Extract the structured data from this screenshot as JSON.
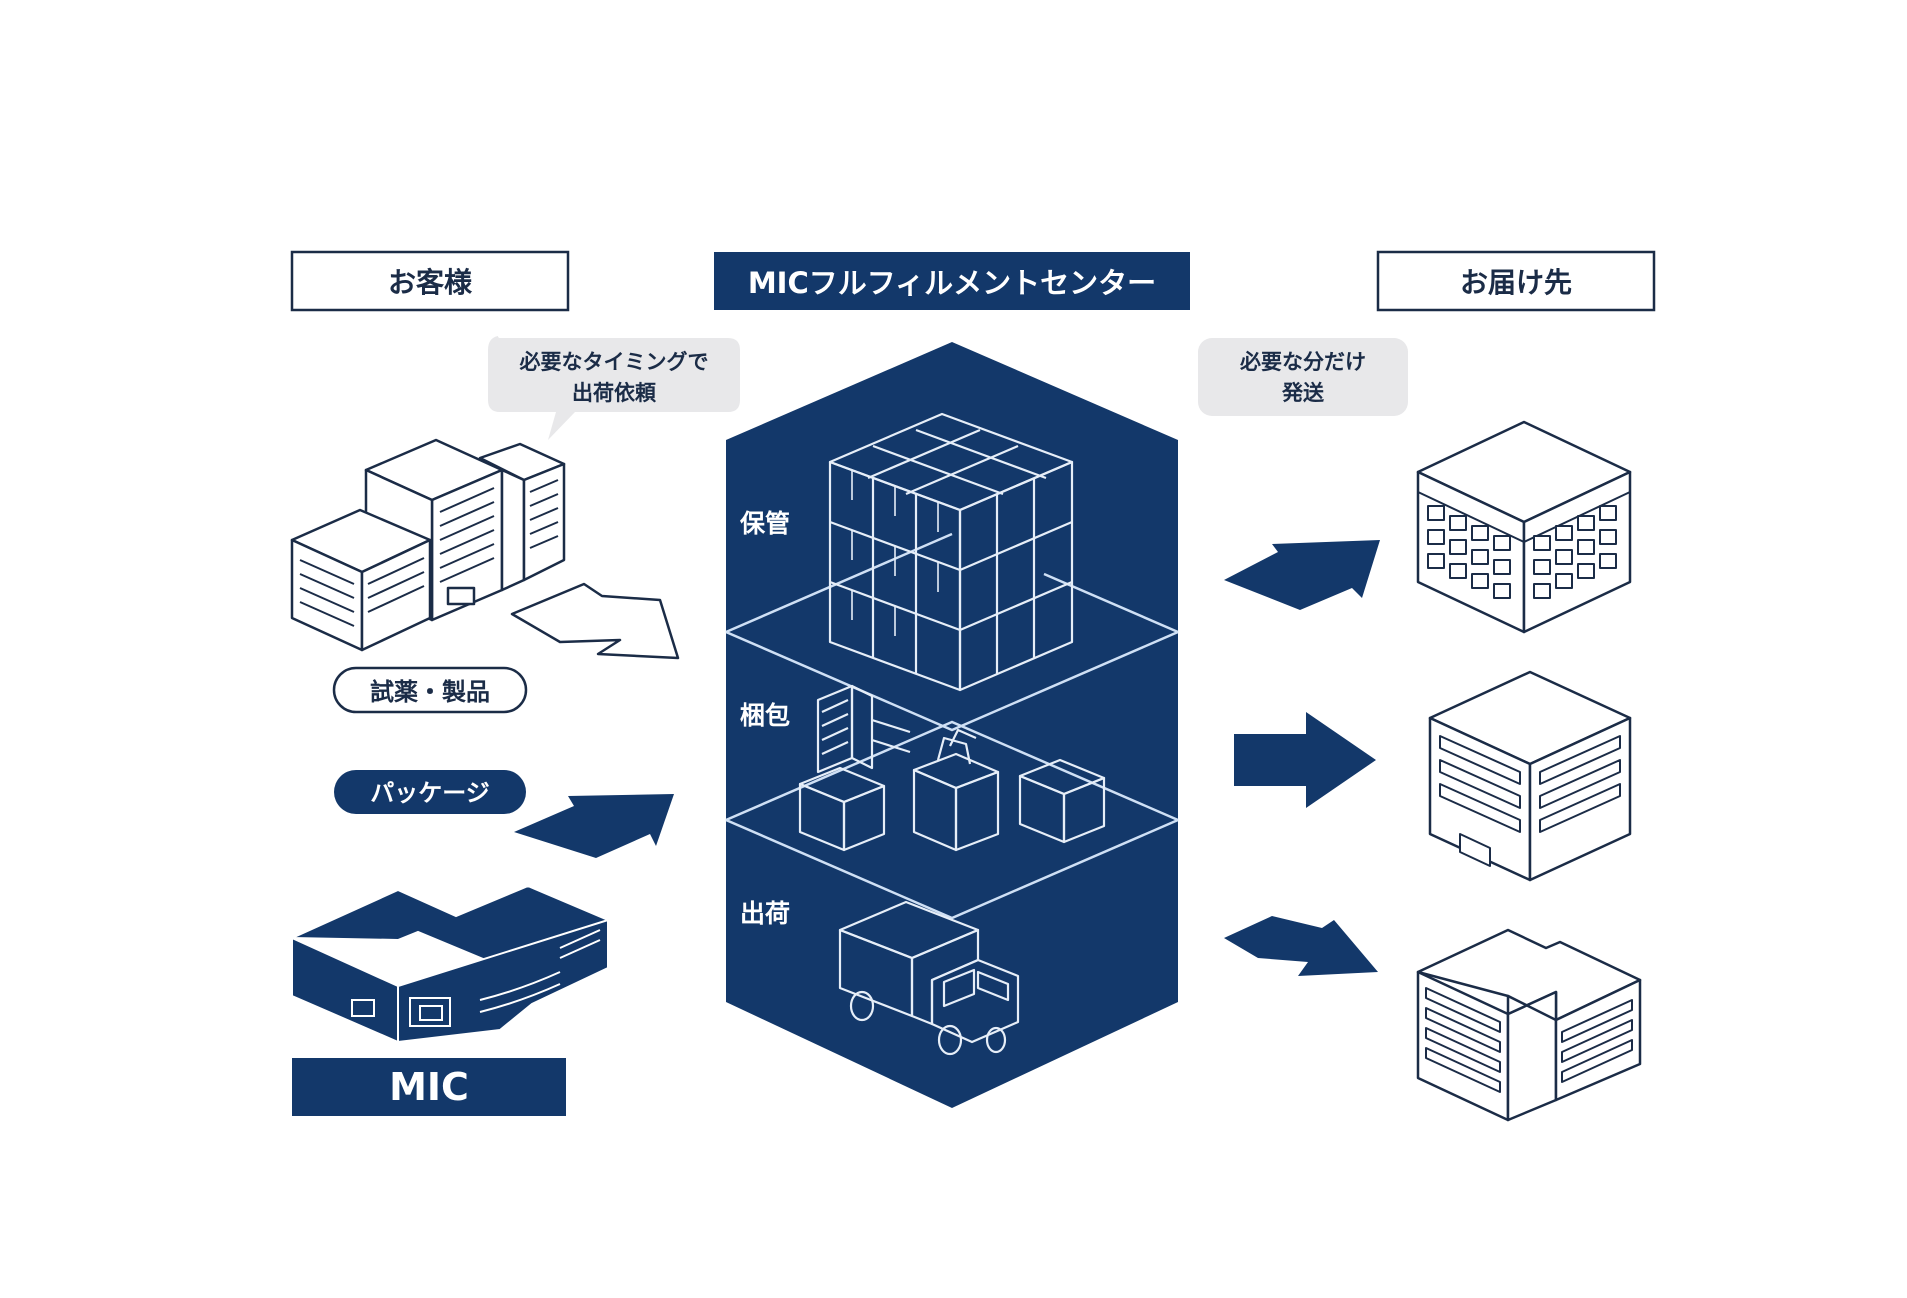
{
  "colors": {
    "navy": "#13386a",
    "bubble": "#e8e8ea",
    "line": "#1b2c47",
    "white": "#ffffff"
  },
  "customer": {
    "title": "お客様",
    "bubble_line1": "必要なタイミングで",
    "bubble_line2": "出荷依頼",
    "materials_label": "試薬・製品",
    "package_label": "パッケージ"
  },
  "center": {
    "title": "MICフルフィルメントセンター",
    "layers": [
      "保管",
      "梱包",
      "出荷"
    ]
  },
  "mic": {
    "label": "MIC"
  },
  "destination": {
    "title": "お届け先",
    "bubble_line1": "必要な分だけ",
    "bubble_line2": "発送"
  },
  "icons": {
    "customer_building": "office-building-icon",
    "mic_building": "factory-icon",
    "boxes": "stacked-boxes-icon",
    "packing": "packing-boxes-icon",
    "truck": "delivery-truck-icon",
    "destination_buildings": "building-icon",
    "arrows": "arrow-icon"
  }
}
